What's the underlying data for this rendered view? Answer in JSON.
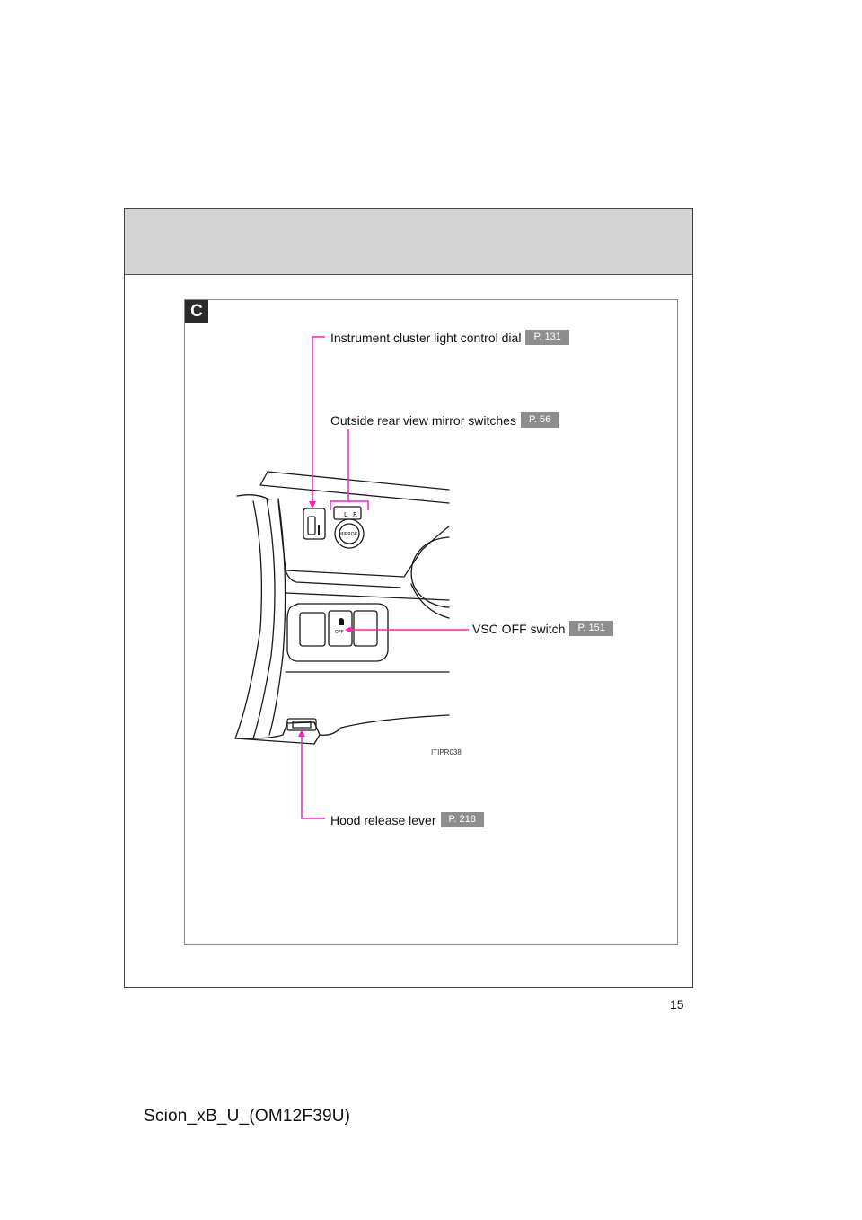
{
  "section": {
    "badge": "C"
  },
  "callouts": {
    "dial": {
      "label": "Instrument cluster light control dial",
      "page": "P. 131"
    },
    "mirror": {
      "label": "Outside rear view mirror switches",
      "page": "P. 56"
    },
    "vsc": {
      "label": "VSC OFF switch",
      "page": "P. 151"
    },
    "hood": {
      "label": "Hood release lever",
      "page": "P. 218"
    }
  },
  "figure": {
    "code": "ITIPR038",
    "mirror_label": "MIRROR",
    "mirror_left": "L",
    "mirror_right": "R",
    "vsc_off_label": "OFF"
  },
  "footer": {
    "page_number": "15",
    "document_code": "Scion_xB_U_(OM12F39U)"
  },
  "colors": {
    "leader_line": "#ff1fc0",
    "header_band": "#d4d4d4",
    "page_tag": "#8e8e8e",
    "badge": "#2b2b2b"
  }
}
